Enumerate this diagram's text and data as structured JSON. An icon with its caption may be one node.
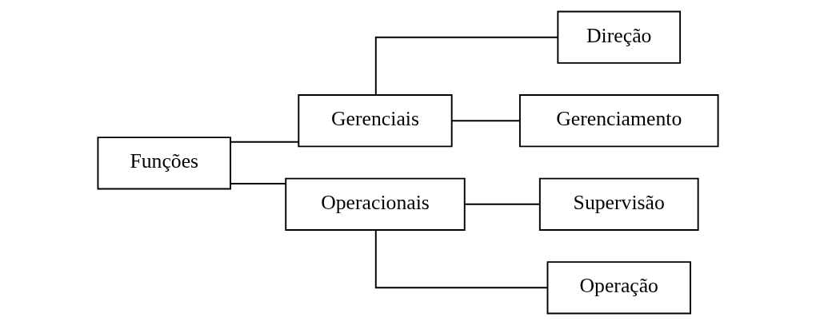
{
  "diagram": {
    "nodes": [
      {
        "text": [
          "Funções"
        ]
      },
      {
        "text": [
          "Gerenciais"
        ]
      },
      {
        "text": [
          "Operacionais"
        ]
      },
      {
        "text": [
          "Direção"
        ]
      },
      {
        "text": [
          "Gerenciamento"
        ]
      },
      {
        "text": [
          "Supervisão"
        ]
      },
      {
        "text": [
          "Operação"
        ]
      }
    ],
    "edges": [
      {
        "from": 0,
        "to": 1,
        "arrow": "none"
      },
      {
        "from": 0,
        "to": 2,
        "arrow": "none"
      },
      {
        "from": 1,
        "to": 3,
        "arrow": "none"
      },
      {
        "from": 1,
        "to": 4,
        "arrow": "none"
      },
      {
        "from": 2,
        "to": 5,
        "arrow": "none"
      },
      {
        "from": 2,
        "to": 6,
        "arrow": "none"
      }
    ]
  }
}
